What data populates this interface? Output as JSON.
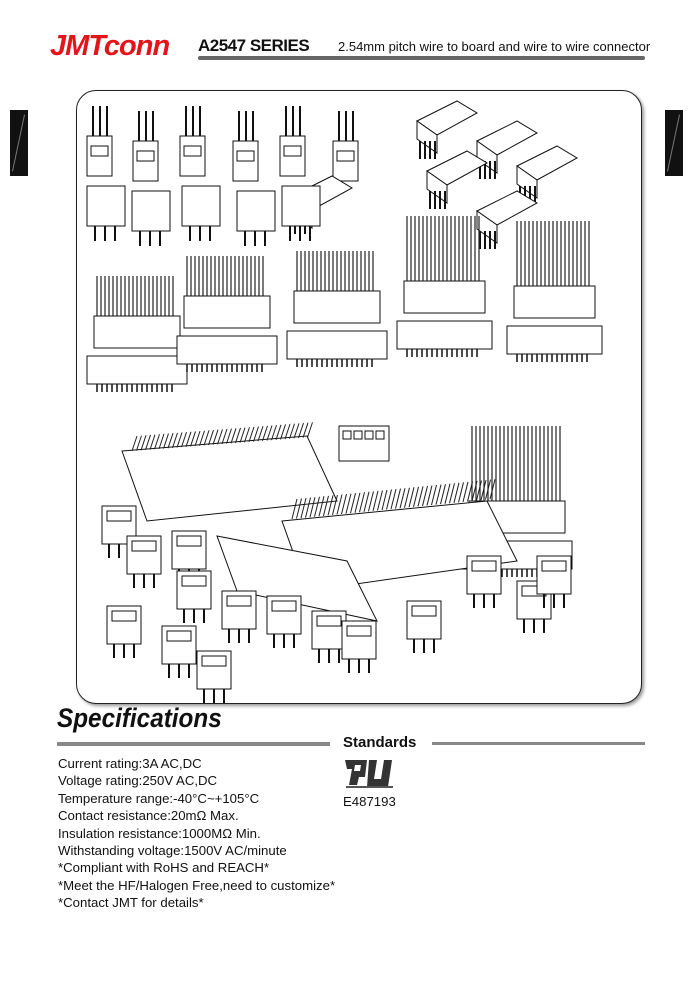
{
  "header": {
    "brand": "JMTconn",
    "series": "A2547 SERIES",
    "subtitle": "2.54mm pitch wire to board and wire to wire connector"
  },
  "specifications": {
    "title": "Specifications",
    "items": [
      "Current rating:3A AC,DC",
      "Voltage rating:250V AC,DC",
      "Temperature range:-40°C~+105°C",
      "Contact resistance:20mΩ Max.",
      "Insulation resistance:1000MΩ Min.",
      "Withstanding voltage:1500V AC/minute",
      "*Compliant with RoHS and REACH*",
      "*Meet the HF/Halogen Free,need to customize*",
      "*Contact JMT for details*"
    ]
  },
  "standards": {
    "title": "Standards",
    "certification_icon": "ul-recognized-icon",
    "file_number": "E487193"
  },
  "colors": {
    "brand": "#e4141b",
    "rule": "#888888"
  }
}
